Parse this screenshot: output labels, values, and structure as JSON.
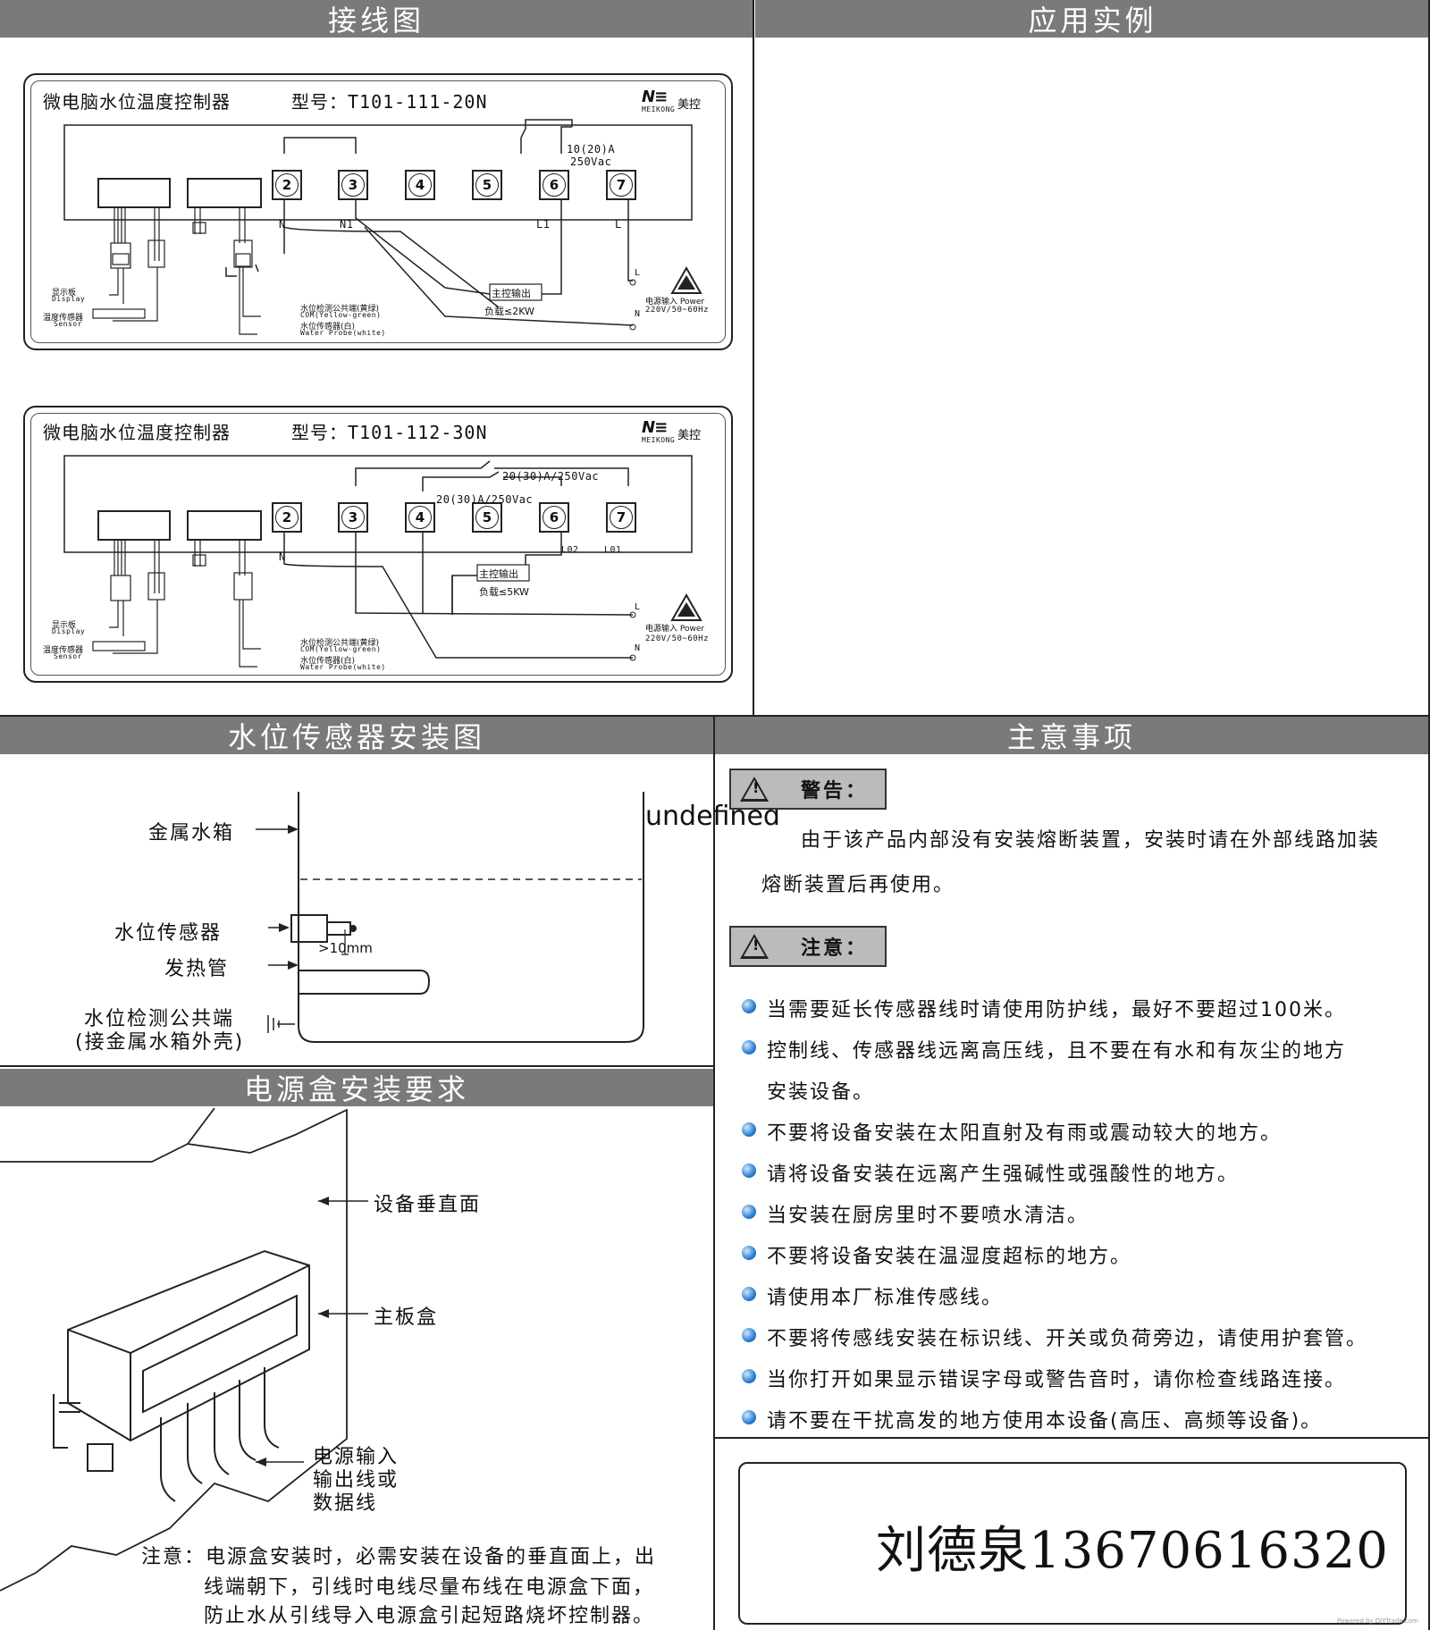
{
  "headers": {
    "wiring": "接线图",
    "example": "应用实例",
    "sensor_install": "水位传感器安装图",
    "notes": "主意事项",
    "power_box": "电源盒安装要求"
  },
  "panel1": {
    "title": "微电脑水位温度控制器",
    "model": "型号：T101-111-20N",
    "logo": "MEIKONG",
    "logo_cn": "美控",
    "terminals": [
      "2",
      "3",
      "4",
      "5",
      "6",
      "7"
    ],
    "relay": "10(20)A",
    "relay_v": "250Vac",
    "labels": {
      "n": "N",
      "n1": "N1",
      "l1": "L1",
      "l": "L"
    },
    "main_out": "主控输出",
    "load": "负载≤2KW",
    "display_cn": "显示板",
    "display_en": "Display",
    "temp_cn": "温度传感器",
    "temp_en": "Sensor",
    "com_cn": "水位检测公共端(黄绿)",
    "com_en": "COM(Yellow-green)",
    "probe_cn": "水位传感器(白)",
    "probe_en": "Water Probe(white)",
    "power_cn": "电源输入 Power",
    "power_v": "220V/50~60Hz",
    "pl": "L",
    "pn": "N"
  },
  "panel2": {
    "title": "微电脑水位温度控制器",
    "model": "型号：T101-112-30N",
    "logo": "MEIKONG",
    "logo_cn": "美控",
    "terminals": [
      "2",
      "3",
      "4",
      "5",
      "6",
      "7"
    ],
    "relay_a": "20(30)A/250Vac",
    "relay_b": "20(30)A/250Vac",
    "labels": {
      "n": "N",
      "lo2": "L02",
      "lo1": "L01"
    },
    "main_out": "主控输出",
    "load": "负载≤5KW",
    "display_cn": "显示板",
    "display_en": "Display",
    "temp_cn": "温度传感器",
    "temp_en": "Sensor",
    "com_cn": "水位检测公共端(黄绿)",
    "com_en": "COM(Yellow-green)",
    "probe_cn": "水位传感器(白)",
    "probe_en": "Water Probe(white)",
    "power_cn": "电源输入 Power",
    "power_v": "220V/50~60Hz",
    "pl": "L",
    "pn": "N"
  },
  "sensor": {
    "tank": "金属水箱",
    "sensor": "水位传感器",
    "heater": "发热管",
    "dist": ">10mm",
    "common1": "水位检测公共端",
    "common2": "(接金属水箱外壳)"
  },
  "powerbox": {
    "surface": "设备垂直面",
    "box": "主板盒",
    "wires1": "电源输入",
    "wires2": "输出线或",
    "wires3": "数据线",
    "note1": "注意：电源盒安装时，必需安装在设备的垂直面上，出",
    "note2": "线端朝下，引线时电线尽量布线在电源盒下面，",
    "note3": "防止水从引线导入电源盒引起短路烧坏控制器。"
  },
  "warnings": {
    "undefined_text": "undefined",
    "warn_label": "警告：",
    "warn_text1": "由于该产品内部没有安装熔断装置，安装时请在外部线路加装",
    "warn_text2": "熔断装置后再使用。",
    "note_label": "注意：",
    "items": [
      "当需要延长传感器线时请使用防护线，最好不要超过100米。",
      "控制线、传感器线远离高压线，且不要在有水和有灰尘的地方",
      "不要将设备安装在太阳直射及有雨或震动较大的地方。",
      "请将设备安装在远离产生强碱性或强酸性的地方。",
      "当安装在厨房里时不要喷水清洁。",
      "不要将设备安装在温湿度超标的地方。",
      "请使用本厂标准传感线。",
      "不要将传感线安装在标识线、开关或负荷旁边，请使用护套管。",
      "当你打开如果显示错误字母或警告音时，请你检查线路连接。",
      "请不要在干扰高发的地方使用本设备(高压、高频等设备)。"
    ],
    "item2_cont": "安装设备。"
  },
  "contact": "刘德泉13670616320",
  "watermark": "Powered by DIYTrade.com"
}
